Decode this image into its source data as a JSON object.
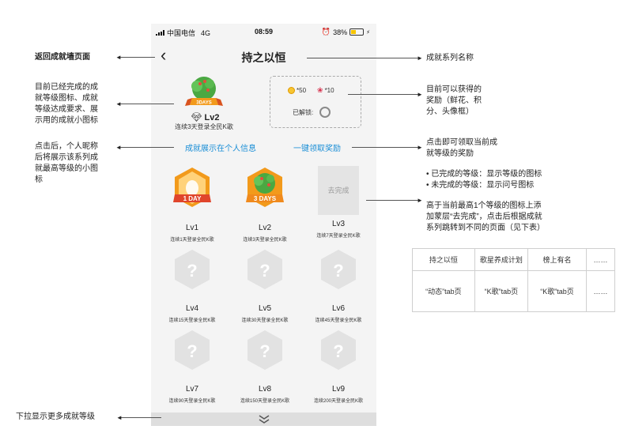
{
  "status_bar": {
    "carrier": "中国电信",
    "network": "4G",
    "time": "08:59",
    "battery": "38%"
  },
  "nav": {
    "title": "持之以恒"
  },
  "current": {
    "badge_text": "3DAYS",
    "level": "Lv2",
    "requirement": "连续3天登录全民K歌"
  },
  "rewards": {
    "coins": "*50",
    "flowers": "*10",
    "unlocked_label": "已解锁:"
  },
  "links": {
    "show_in_profile": "成就展示在个人信息",
    "claim_reward": "一键领取奖励"
  },
  "levels": [
    {
      "level": "Lv1",
      "requirement": "连续1天登录全民K歌",
      "status": "done",
      "badge_text": "1 DAY"
    },
    {
      "level": "Lv2",
      "requirement": "连续3天登录全民K歌",
      "status": "done",
      "badge_text": "3 DAYS"
    },
    {
      "level": "Lv3",
      "requirement": "连续7天登录全民K歌",
      "status": "todo",
      "overlay": "去完成"
    },
    {
      "level": "Lv4",
      "requirement": "连续15天登录全民K歌",
      "status": "locked"
    },
    {
      "level": "Lv5",
      "requirement": "连续30天登录全民K歌",
      "status": "locked"
    },
    {
      "level": "Lv6",
      "requirement": "连续45天登录全民K歌",
      "status": "locked"
    },
    {
      "level": "Lv7",
      "requirement": "连续90天登录全民K歌",
      "status": "locked"
    },
    {
      "level": "Lv8",
      "requirement": "连续150天登录全民K歌",
      "status": "locked"
    },
    {
      "level": "Lv9",
      "requirement": "连续200天登录全民K歌",
      "status": "locked"
    }
  ],
  "annotations": {
    "back": "返回成就墙页面",
    "series_name": "成就系列名称",
    "current_desc_1": "目前已经完成的成",
    "current_desc_2": "就等级图标、成就",
    "current_desc_3": "等级达成要求、展",
    "current_desc_4": "示用的成就小图标",
    "rewards_1": "目前可以获得的",
    "rewards_2": "奖励（鲜花、积",
    "rewards_3": "分、头像框）",
    "profile_1": "点击后，个人昵称",
    "profile_2": "后将展示该系列成",
    "profile_3": "就最高等级的小图",
    "profile_4": "标",
    "claim_1": "点击即可领取当前成",
    "claim_2": "就等级的奖励",
    "bullet_1": "• 已完成的等级：显示等级的图标",
    "bullet_2": "• 未完成的等级：显示问号图标",
    "todo_1": "高于当前最高1个等级的图标上添",
    "todo_2": "加蒙层“去完成”，点击后根据成就",
    "todo_3": "系列跳转到不同的页面（见下表）",
    "pull_more": "下拉显示更多成就等级"
  },
  "mapping_table": {
    "headers": [
      "持之以恒",
      "歌星养成计划",
      "榜上有名",
      "……"
    ],
    "targets": [
      "“动态”tab页",
      "“K歌”tab页",
      "“K歌”tab页",
      "……"
    ]
  },
  "colors": {
    "accent_link": "#1a8ed6",
    "badge_orange": "#f29a1b",
    "badge_red": "#e0452b"
  }
}
